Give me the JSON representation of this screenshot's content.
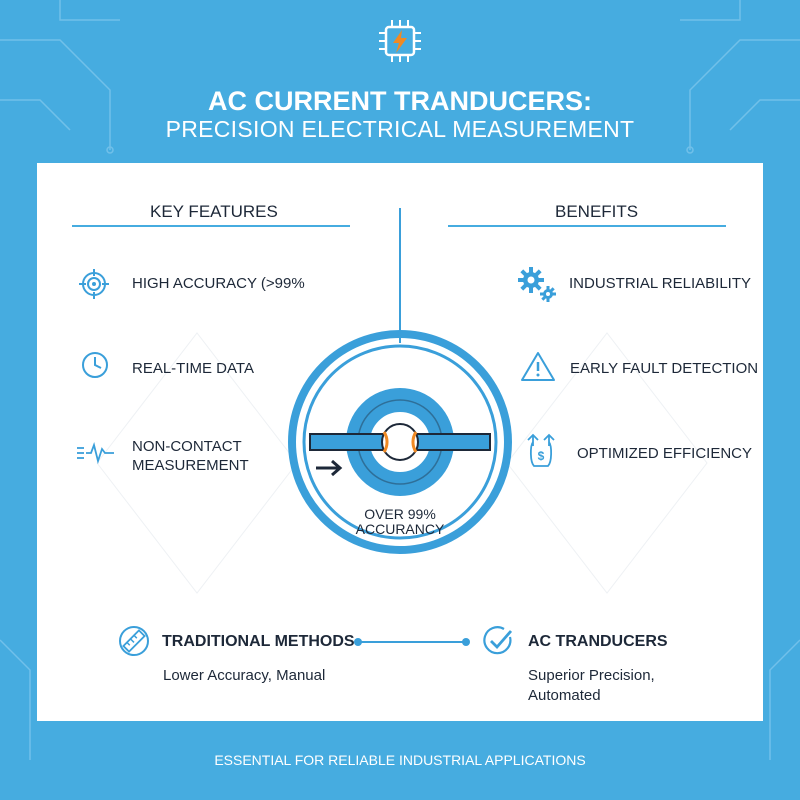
{
  "title": {
    "line1": "AC CURRENT TRANDUCERS:",
    "line2": "PRECISION ELECTRICAL MEASUREMENT"
  },
  "features": {
    "heading": "KEY FEATURES",
    "items": [
      {
        "label": "HIGH ACCURACY (>99%",
        "icon": "target-icon"
      },
      {
        "label": "REAL-TIME DATA",
        "icon": "clock-icon"
      },
      {
        "label_line1": "NON-CONTACT",
        "label_line2": "MEASUREMENT",
        "icon": "waveform-icon"
      }
    ]
  },
  "benefits": {
    "heading": "BENEFITS",
    "items": [
      {
        "label": "INDUSTRIAL RELIABILITY",
        "icon": "gears-icon"
      },
      {
        "label": "EARLY FAULT DETECTION",
        "icon": "warning-icon"
      },
      {
        "label": "OPTIMIZED EFFICIENCY",
        "icon": "money-growth-icon"
      }
    ]
  },
  "center": {
    "line1": "OVER 99%",
    "line2": "ACCURANCY"
  },
  "comparison": {
    "left_heading": "TRADITIONAL METHODS",
    "left_text": "Lower Accuracy, Manual",
    "right_heading": "AC TRANDUCERS",
    "right_text_line1": "Superior Precision,",
    "right_text_line2": "Automated"
  },
  "footer": "ESSENTIAL FOR RELIABLE INDUSTRIAL APPLICATIONS",
  "colors": {
    "background": "#46ace0",
    "accent": "#3a9fda",
    "orange": "#f08a24",
    "dark": "#1d2838"
  }
}
